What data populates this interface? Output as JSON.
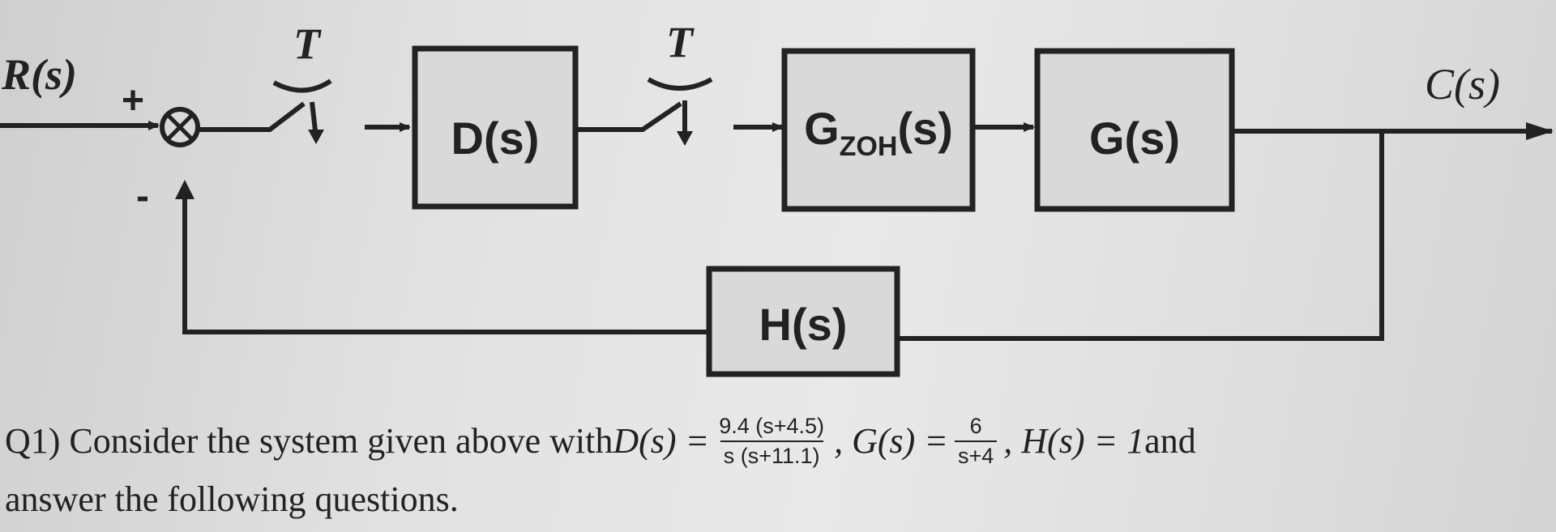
{
  "diagram": {
    "input_label": "R(s)",
    "output_label": "C(s)",
    "plus_sign": "+",
    "minus_sign": "-",
    "sampler1_label": "T",
    "sampler2_label": "T",
    "block_d": "D(s)",
    "block_gzoh_main": "G",
    "block_gzoh_sub": "ZOH",
    "block_gzoh_arg": "(s)",
    "block_g": "G(s)",
    "block_h": "H(s)"
  },
  "question": {
    "prefix": "Q1) Consider the system given above with ",
    "d_lhs": "D(s) =",
    "d_num": "9.4 (s+4.5)",
    "d_den": "s (s+11.1)",
    "g_lhs": ", G(s) =",
    "g_num": "6",
    "g_den": "s+4",
    "h_part": ", H(s) = 1",
    "suffix": " and",
    "line2": "answer the following questions."
  },
  "colors": {
    "ink": "#222222",
    "block_fill": "#d9d9d9",
    "background": "#e2e2e2"
  }
}
